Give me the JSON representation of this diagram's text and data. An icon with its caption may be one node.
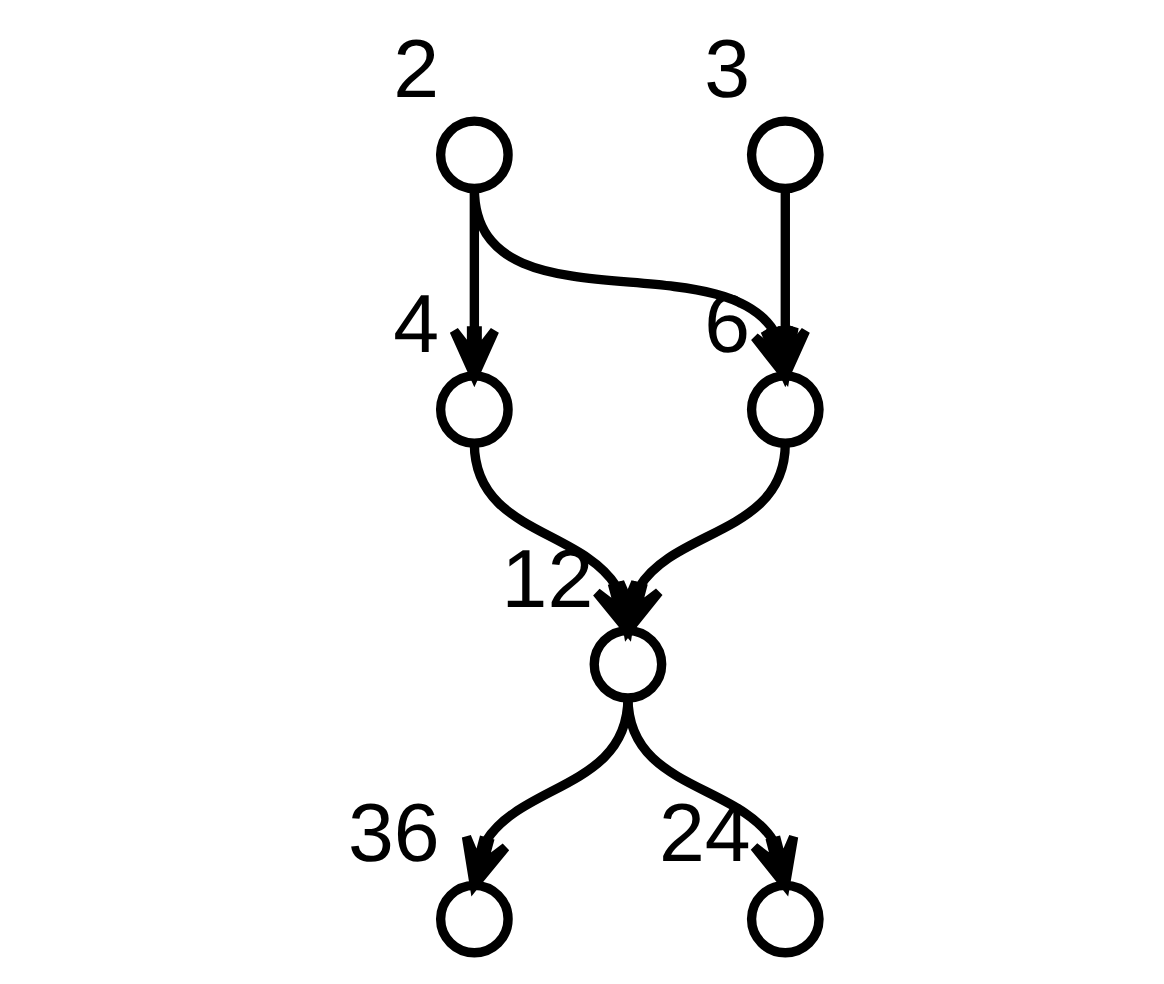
{
  "diagram": {
    "nodes": [
      {
        "text": [],
        "shape": "circle",
        "beside": [
          "2"
        ]
      },
      {
        "text": [],
        "shape": "circle",
        "beside": [
          "3"
        ]
      },
      {
        "text": [],
        "shape": "circle",
        "beside": [
          "36"
        ]
      },
      {
        "text": [],
        "shape": "circle",
        "beside": [
          "4"
        ]
      },
      {
        "text": [],
        "shape": "circle",
        "beside": [
          "24"
        ]
      },
      {
        "text": [],
        "shape": "circle",
        "beside": [
          "6"
        ]
      },
      {
        "text": [],
        "shape": "circle",
        "beside": [
          "12"
        ]
      }
    ],
    "edges": [
      {
        "from": 0,
        "to": 3,
        "arrow": "to"
      },
      {
        "from": 0,
        "to": 5,
        "arrow": "to"
      },
      {
        "from": 1,
        "to": 5,
        "arrow": "to"
      },
      {
        "from": 3,
        "to": 6,
        "arrow": "to"
      },
      {
        "from": 5,
        "to": 6,
        "arrow": "to"
      },
      {
        "from": 6,
        "to": 2,
        "arrow": "to"
      },
      {
        "from": 6,
        "to": 4,
        "arrow": "to"
      }
    ]
  }
}
